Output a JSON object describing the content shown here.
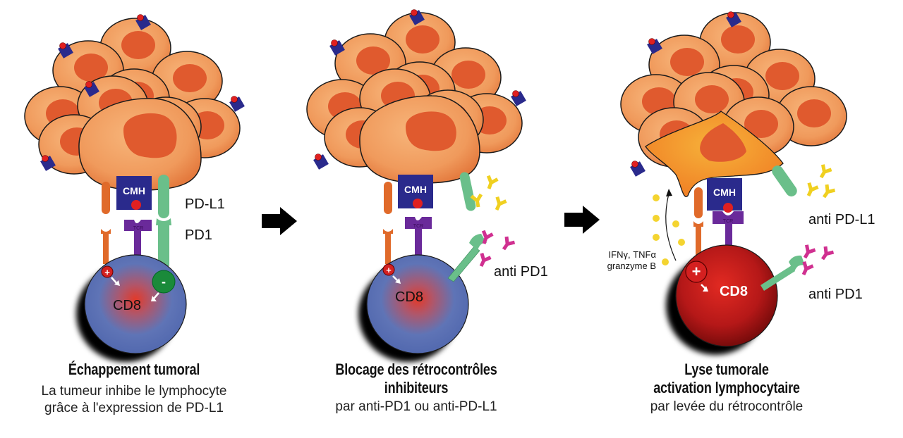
{
  "colors": {
    "tumor_cell": "#f2a165",
    "tumor_nucleus": "#e05a2e",
    "cmh": "#2a2a8c",
    "peptide": "#e02020",
    "tcr": "#6a2a9a",
    "costim": "#e06a2a",
    "pdl1": "#6abf8a",
    "anti_pdl1": "#f0d020",
    "anti_pd1": "#d03090",
    "cd8_resting": "#5b74b8",
    "cd8_active": "#a01010",
    "inhibit": "#1a8a3a",
    "cytokine": "#f4d430"
  },
  "panels": [
    {
      "id": "escape",
      "cmh_label": "CMH",
      "tcr_label": "TCR",
      "cd8_label": "CD8",
      "plus_sign": "+",
      "minus_sign": "-",
      "pdl1_label": "PD-L1",
      "pd1_label": "PD1",
      "title": "Échappement tumoral",
      "subtitle_lines": [
        "La tumeur inhibe le lymphocyte",
        "grâce à l'expression de PD-L1"
      ]
    },
    {
      "id": "blockade",
      "cmh_label": "CMH",
      "tcr_label": "TCR",
      "cd8_label": "CD8",
      "plus_sign": "+",
      "anti_pd1_label": "anti PD1",
      "title_lines": [
        "Blocage des rétrocontrôles",
        "inhibiteurs"
      ],
      "subtitle": "par anti-PD1 ou anti-PD-L1"
    },
    {
      "id": "lysis",
      "cmh_label": "CMH",
      "tcr_label": "TCR",
      "cd8_label": "CD8",
      "plus_sign": "+",
      "anti_pdl1_label": "anti PD-L1",
      "anti_pd1_label": "anti PD1",
      "cytokines_line1": "IFNγ, TNFα",
      "cytokines_line2": "granzyme B",
      "title_lines": [
        "Lyse tumorale",
        "activation lymphocytaire"
      ],
      "subtitle": "par levée du rétrocontrôle"
    }
  ],
  "arrows": [
    "next-step-arrow",
    "next-step-arrow"
  ]
}
